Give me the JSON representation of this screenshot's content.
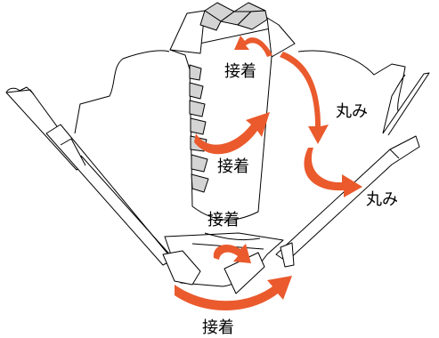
{
  "colors": {
    "arrow": "#ea5a2d",
    "tab_fill": "#d4d4d4",
    "outline": "#000000",
    "background": "#ffffff"
  },
  "labels": {
    "glue_top": "接着",
    "glue_middle": "接着",
    "glue_lower": "接着",
    "glue_bottom": "接着",
    "round_upper": "丸み",
    "round_lower": "丸み"
  }
}
